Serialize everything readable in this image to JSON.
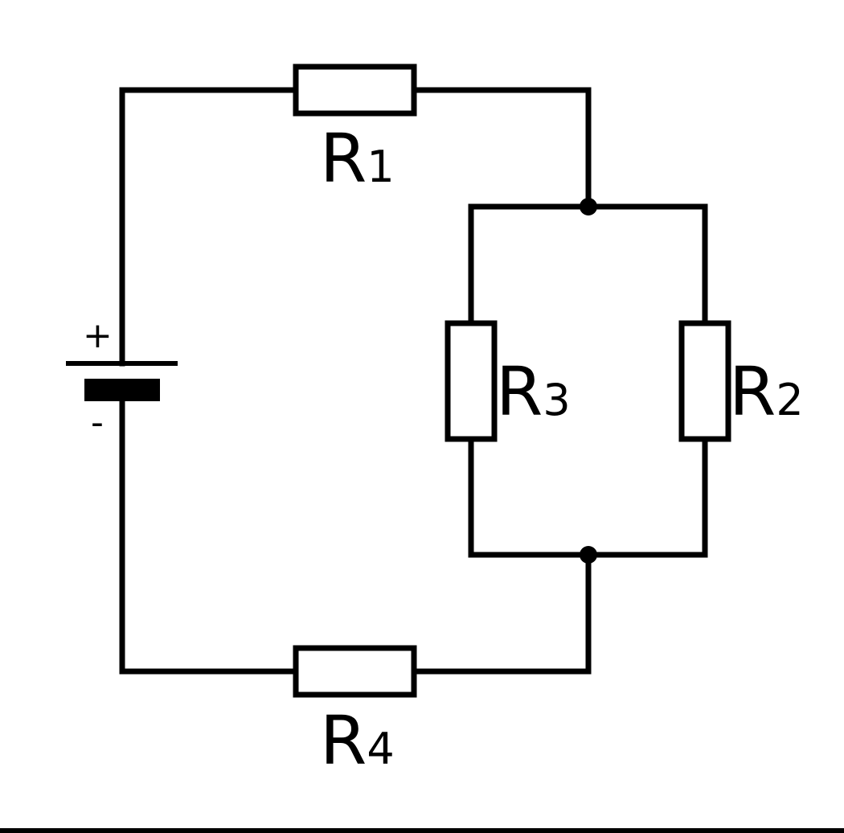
{
  "resistors": {
    "r1": {
      "letter": "R",
      "index": "1"
    },
    "r2": {
      "letter": "R",
      "index": "2"
    },
    "r3": {
      "letter": "R",
      "index": "3"
    },
    "r4": {
      "letter": "R",
      "index": "4"
    }
  },
  "battery": {
    "positive_symbol": "+",
    "negative_symbol": "-"
  },
  "colors": {
    "stroke": "#000000",
    "background": "#ffffff"
  }
}
